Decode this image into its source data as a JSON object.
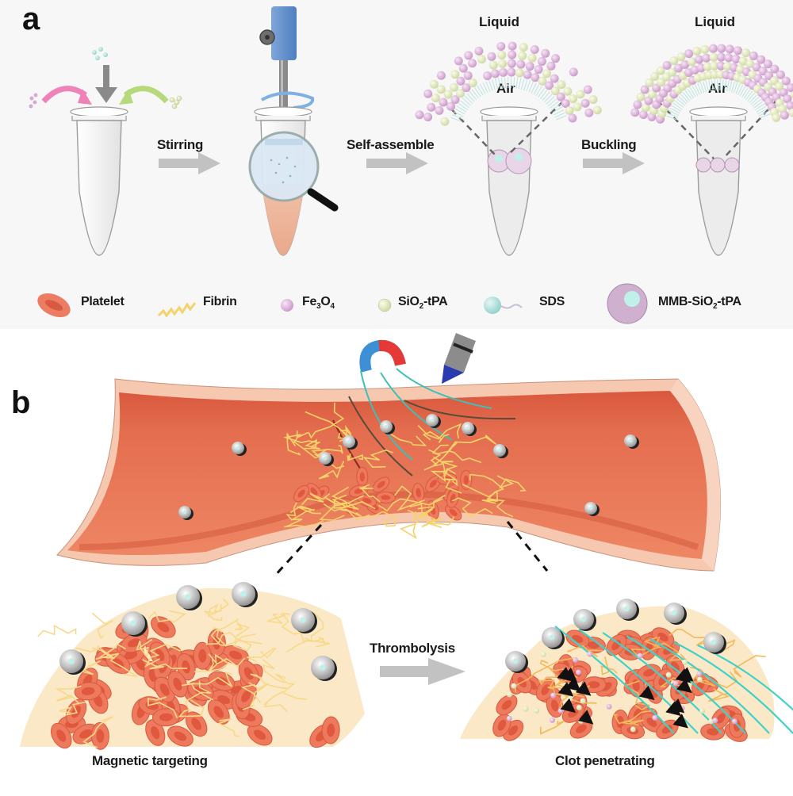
{
  "figure": {
    "panel_a": {
      "label": "a",
      "steps": [
        {
          "label": "Stirring"
        },
        {
          "label": "Self-assemble"
        },
        {
          "label": "Buckling"
        }
      ],
      "shell_labels": {
        "outer": "Liquid",
        "inner": "Air"
      },
      "legend": [
        {
          "name": "Platelet",
          "icon": "platelet-icon",
          "color": "#e8735a"
        },
        {
          "name": "Fibrin",
          "icon": "fibrin-icon",
          "color": "#f5d26a"
        },
        {
          "name": "Fe3O4",
          "display": "Fe",
          "sub1": "3",
          "mid": "O",
          "sub2": "4",
          "icon": "fe3o4-sphere-icon",
          "color": "#d8b4d8"
        },
        {
          "name": "SiO2-tPA",
          "display": "SiO",
          "sub1": "2",
          "mid": "-tPA",
          "icon": "sio2-tpa-sphere-icon",
          "color": "#e4ebc4"
        },
        {
          "name": "SDS",
          "icon": "sds-surfactant-icon",
          "color": "#a9ded8"
        },
        {
          "name": "MMB-SiO2-tPA",
          "display": "MMB-SiO",
          "sub1": "2",
          "mid": "-tPA",
          "icon": "mmb-bubble-icon",
          "color": "#cfa9cc"
        }
      ]
    },
    "panel_b": {
      "label": "b",
      "step": "Thrombolysis",
      "captions": {
        "left": "Magnetic targeting",
        "right": "Clot penetrating"
      }
    },
    "colors": {
      "vessel_wall": "#f6c8b0",
      "vessel_lumen": "#e97a5a",
      "vessel_dark": "#d2553a",
      "fibrin": "#f5d26a",
      "rbc": "#e8654a",
      "arrow_gray": "#bdbdbd",
      "magnet_red": "#e53935",
      "magnet_blue": "#3d8fd6",
      "ultrasound_blue": "#2a3bb0",
      "field_line": "#3fbfb6"
    }
  }
}
